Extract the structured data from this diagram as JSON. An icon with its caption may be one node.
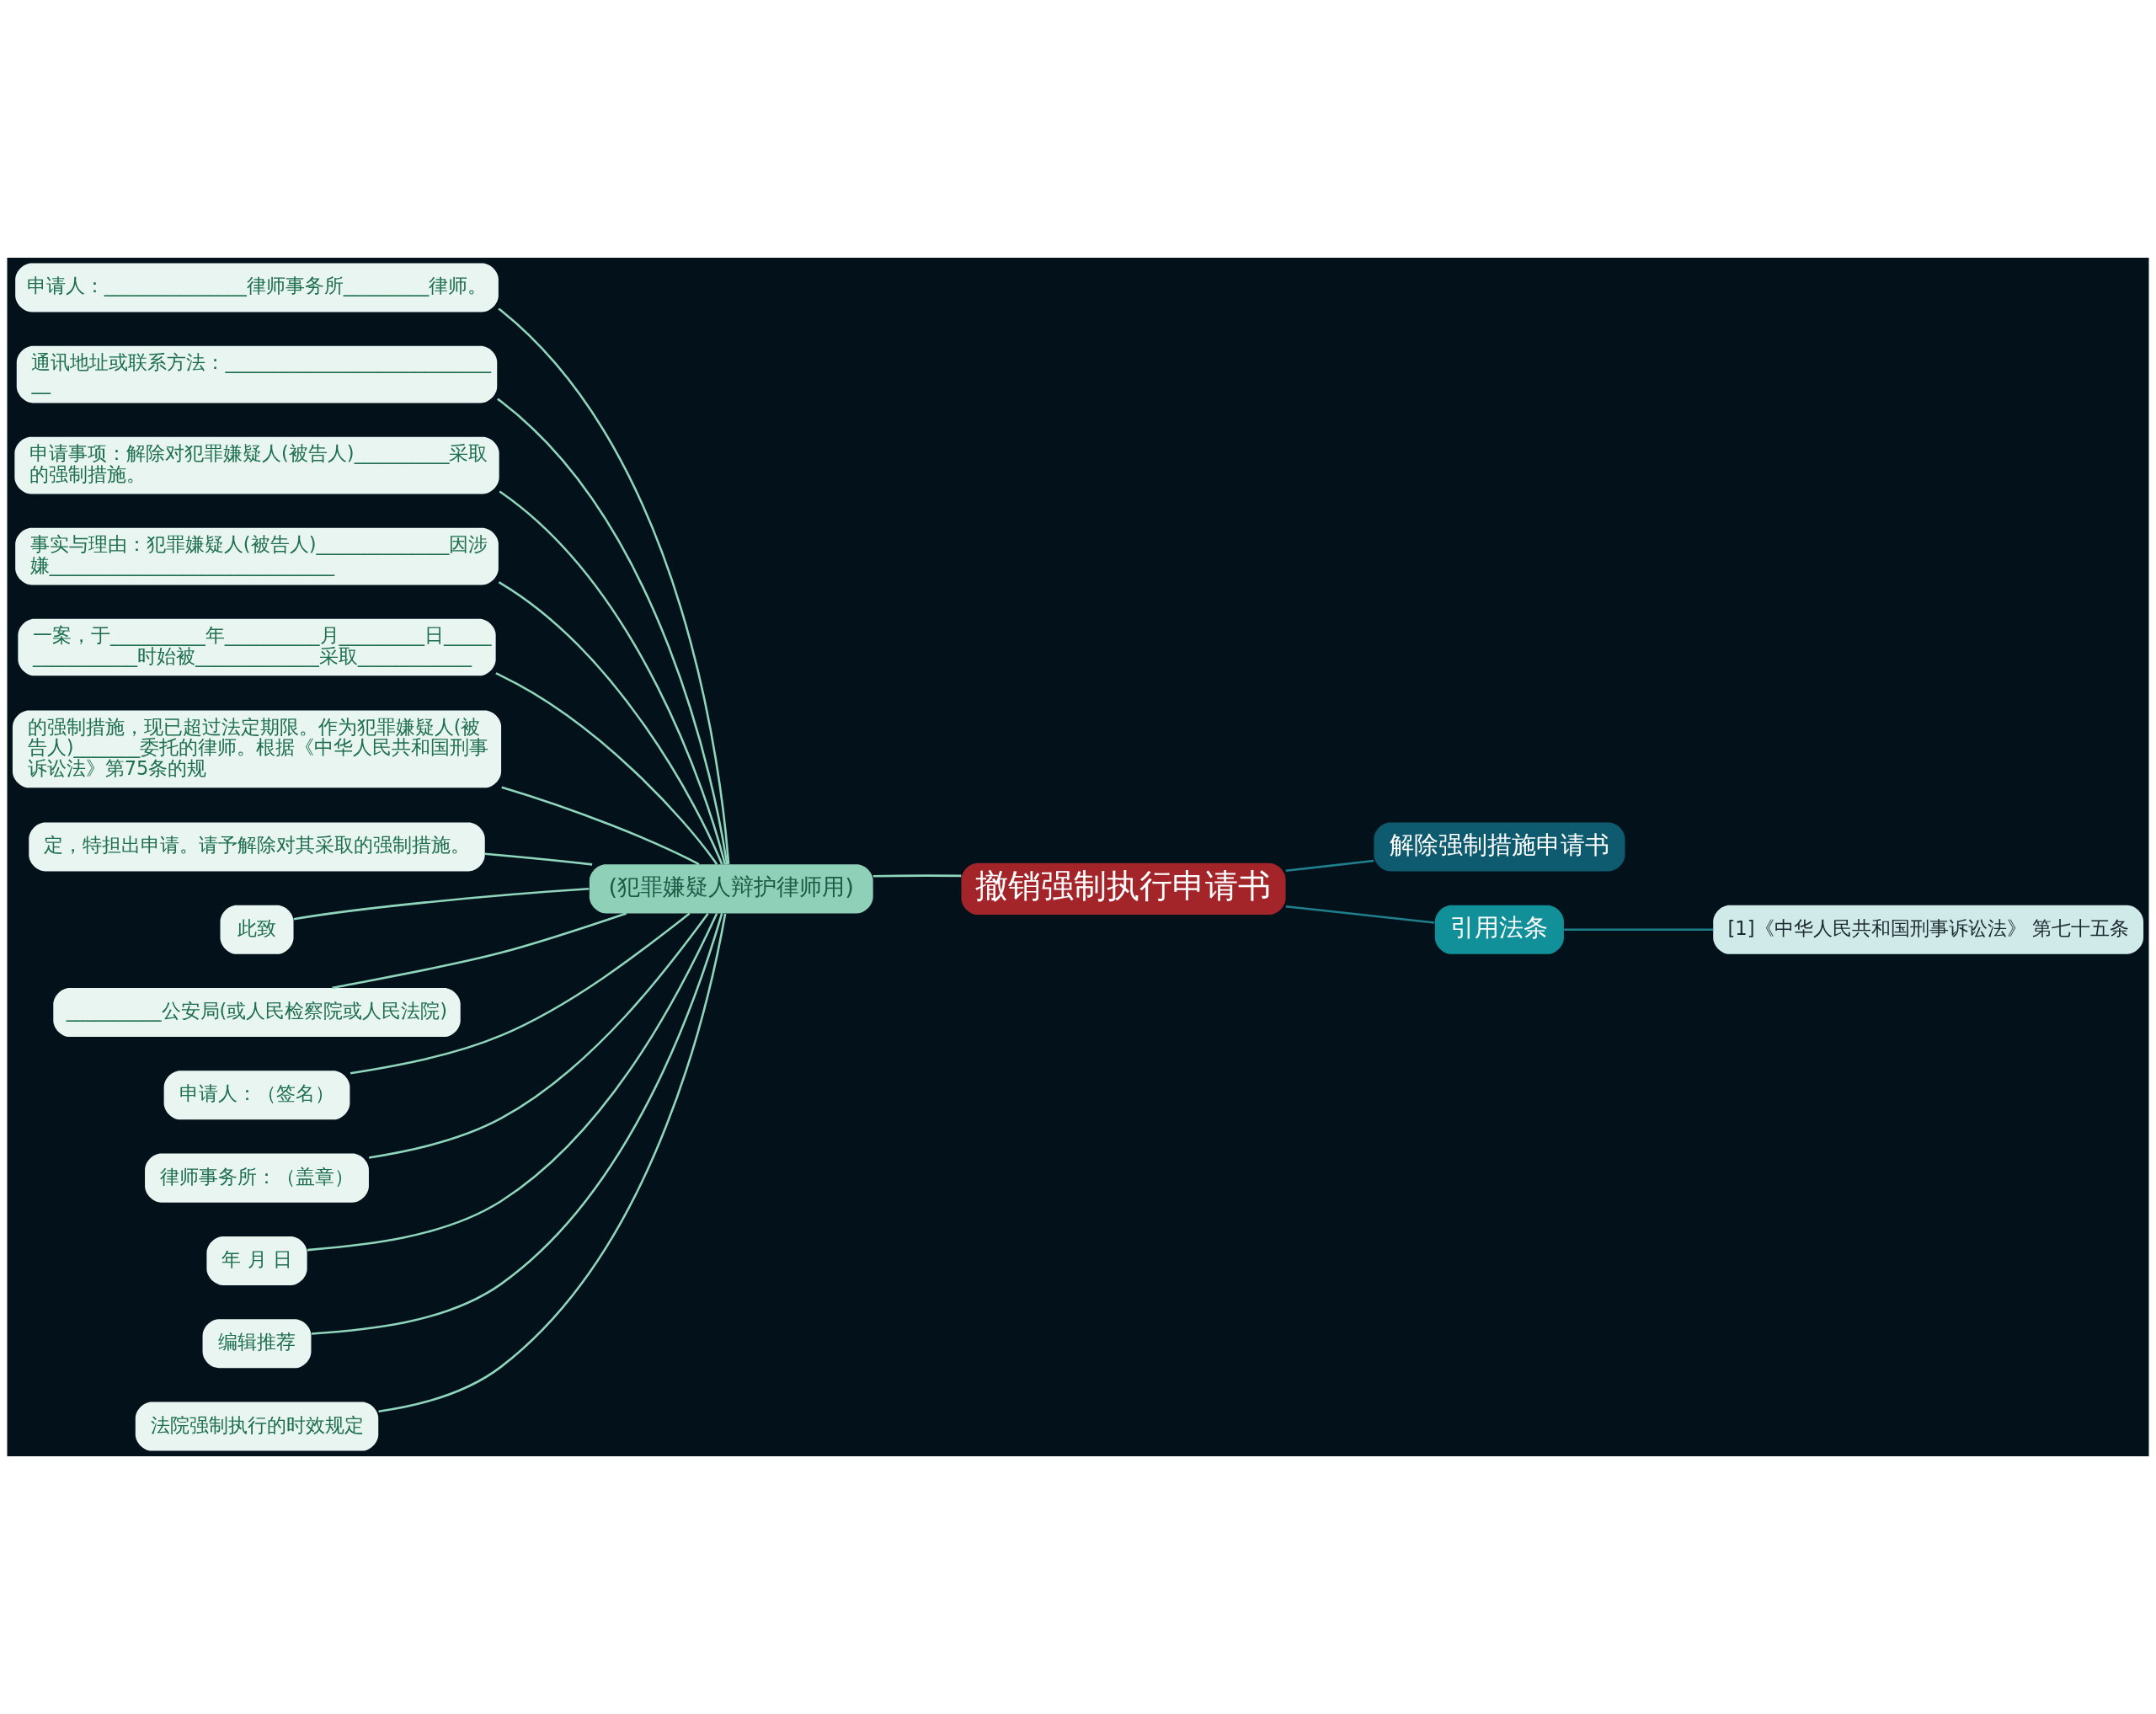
{
  "diagram": {
    "nodes": [
      {
        "text": [
          "撤销强制执行申请书"
        ]
      },
      {
        "text": [
          "(犯罪嫌疑人辩护律师用)"
        ]
      },
      {
        "text": [
          "申请人：_______________律师事务所_________律师。"
        ]
      },
      {
        "text": [
          "通讯地址或联系方法：______________________________"
        ]
      },
      {
        "text": [
          "申请事项：解除对犯罪嫌疑人(被告人)__________采取的强制措施。"
        ]
      },
      {
        "text": [
          "事实与理由：犯罪嫌疑人(被告人)______________因涉嫌______________________________"
        ]
      },
      {
        "text": [
          "一案，于__________年__________月_________日________________时始被_____________采取____________"
        ]
      },
      {
        "text": [
          "的强制措施，现已超过法定期限。作为犯罪嫌疑人(被告人)_______委托的律师。根据《中华人民共和国刑事诉讼法》第75条的规"
        ]
      },
      {
        "text": [
          "定，特担出申请。请予解除对其采取的强制措施。"
        ]
      },
      {
        "text": [
          "此致"
        ]
      },
      {
        "text": [
          "__________公安局(或人民检察院或人民法院)"
        ]
      },
      {
        "text": [
          "申请人：（签名）"
        ]
      },
      {
        "text": [
          "律师事务所：（盖章）"
        ]
      },
      {
        "text": [
          "年 月 日"
        ]
      },
      {
        "text": [
          "编辑推荐"
        ]
      },
      {
        "text": [
          "法院强制执行的时效规定"
        ]
      },
      {
        "text": [
          "解除强制措施申请书"
        ]
      },
      {
        "text": [
          "引用法条"
        ]
      },
      {
        "text": [
          "[1]《中华人民共和国刑事诉讼法》 第七十五条"
        ]
      }
    ],
    "edges": [
      {
        "from": 0,
        "to": 1,
        "arrow": "none"
      },
      {
        "from": 1,
        "to": 2,
        "arrow": "none"
      },
      {
        "from": 1,
        "to": 3,
        "arrow": "none"
      },
      {
        "from": 1,
        "to": 4,
        "arrow": "none"
      },
      {
        "from": 1,
        "to": 5,
        "arrow": "none"
      },
      {
        "from": 1,
        "to": 6,
        "arrow": "none"
      },
      {
        "from": 1,
        "to": 7,
        "arrow": "none"
      },
      {
        "from": 1,
        "to": 8,
        "arrow": "none"
      },
      {
        "from": 1,
        "to": 9,
        "arrow": "none"
      },
      {
        "from": 1,
        "to": 10,
        "arrow": "none"
      },
      {
        "from": 1,
        "to": 11,
        "arrow": "none"
      },
      {
        "from": 1,
        "to": 12,
        "arrow": "none"
      },
      {
        "from": 1,
        "to": 13,
        "arrow": "none"
      },
      {
        "from": 1,
        "to": 14,
        "arrow": "none"
      },
      {
        "from": 1,
        "to": 15,
        "arrow": "none"
      },
      {
        "from": 0,
        "to": 16,
        "arrow": "none",
        "color": "#1f7f8c"
      },
      {
        "from": 0,
        "to": 17,
        "arrow": "none",
        "color": "#1f7f8c"
      },
      {
        "from": 17,
        "to": 18,
        "arrow": "none",
        "color": "#1f7f8c"
      }
    ]
  }
}
